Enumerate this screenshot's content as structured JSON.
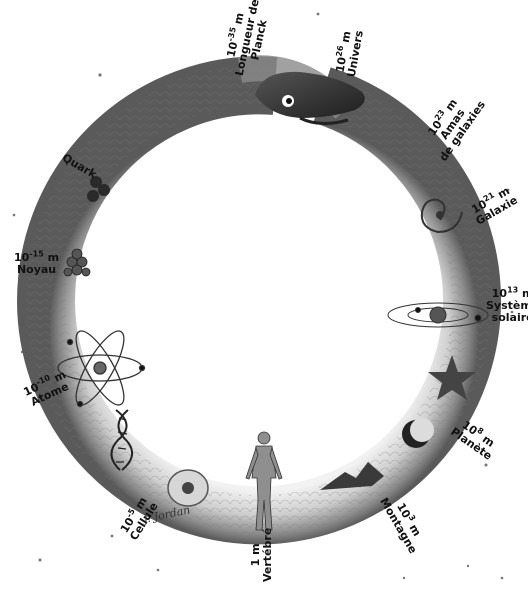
{
  "labels": {
    "planck": {
      "exp": "-35",
      "lines": [
        "Longueur de",
        "Planck"
      ]
    },
    "univers": {
      "exp": "26",
      "lines": [
        "Univers"
      ]
    },
    "amas": {
      "exp": "23",
      "lines": [
        "Amas",
        "de galaxies"
      ]
    },
    "galaxie": {
      "exp": "21",
      "lines": [
        "Galaxie"
      ]
    },
    "systeme": {
      "exp": "13",
      "lines": [
        "Système",
        "solaire"
      ]
    },
    "planete": {
      "exp": "8",
      "lines": [
        "Planète"
      ]
    },
    "montagne": {
      "exp": "3",
      "lines": [
        "Montagne"
      ]
    },
    "vertebre": {
      "value": "1 m",
      "lines": [
        "Vertébré"
      ]
    },
    "cellule": {
      "exp": "-5",
      "lines": [
        "Cellule"
      ]
    },
    "atome": {
      "exp": "-10",
      "lines": [
        "Atome"
      ]
    },
    "noyau": {
      "exp": "-15",
      "lines": [
        "Noyau"
      ]
    },
    "quark": {
      "lines": [
        "Quark"
      ]
    }
  },
  "signature": "J. Jordan",
  "colors": {
    "ring_light": "#d9d9d9",
    "ring_dark": "#5a5a5a",
    "head": "#3a3a3a",
    "text": "#111111"
  }
}
